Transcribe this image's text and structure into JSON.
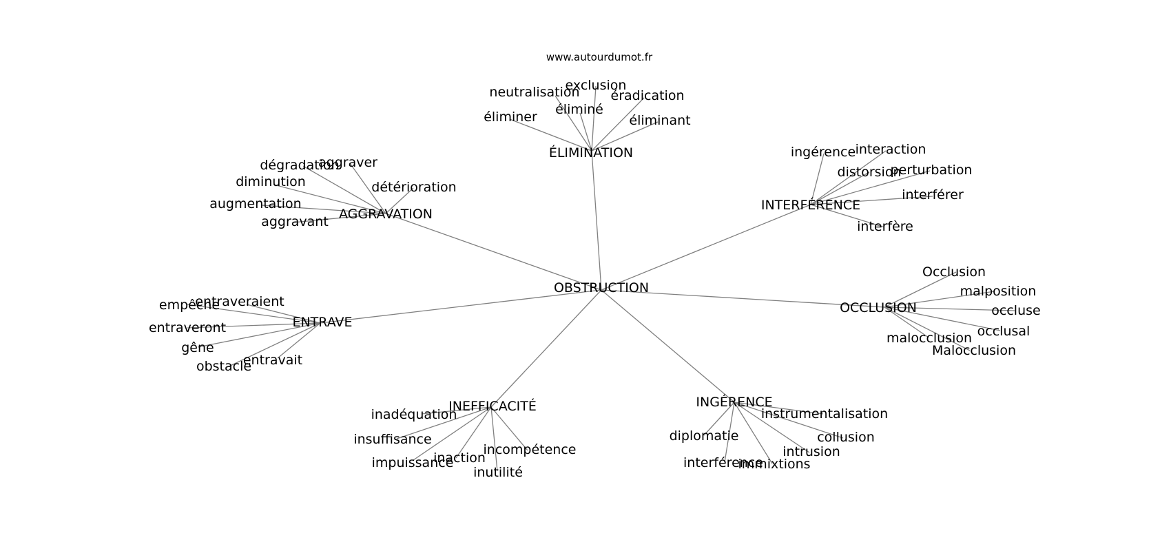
{
  "source_text": "www.autourdumot.fr",
  "colors": {
    "edge": "#808080",
    "text": "#000000",
    "background": "#ffffff"
  },
  "graph": {
    "root": "OBSTRUCTION",
    "clusters": [
      {
        "hub": "ÉLIMINATION",
        "leaves": [
          "neutralisation",
          "exclusion",
          "éradication",
          "éliminé",
          "éliminer",
          "éliminant"
        ]
      },
      {
        "hub": "AGGRAVATION",
        "leaves": [
          "dégradation",
          "aggraver",
          "détérioration",
          "diminution",
          "augmentation",
          "aggravant"
        ]
      },
      {
        "hub": "INTERFÉRENCE",
        "leaves": [
          "ingérence",
          "interaction",
          "distorsion",
          "perturbation",
          "interférer",
          "interfère"
        ]
      },
      {
        "hub": "OCCLUSION",
        "leaves": [
          "Occlusion",
          "malposition",
          "occluse",
          "occlusal",
          "malocclusion",
          "Malocclusion"
        ]
      },
      {
        "hub": "ENTRAVE",
        "leaves": [
          "entraveraient",
          "empêche",
          "entraveront",
          "gêne",
          "entravait",
          "obstacle"
        ]
      },
      {
        "hub": "INEFFICACITÉ",
        "leaves": [
          "inadéquation",
          "insuffisance",
          "incompétence",
          "inaction",
          "impuissance",
          "inutilité"
        ]
      },
      {
        "hub": "INGÉRENCE",
        "leaves": [
          "instrumentalisation",
          "diplomatie",
          "collusion",
          "intrusion",
          "interférence",
          "immixtions"
        ]
      }
    ]
  }
}
